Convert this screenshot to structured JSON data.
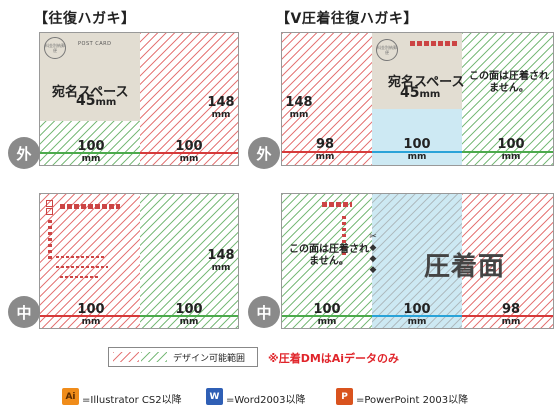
{
  "left_title": "【往復ハガキ】",
  "right_title": "【V圧着往復ハガキ】",
  "outer_label": "外",
  "inner_label": "中",
  "postcard_label": "POST CARD",
  "stamp_text": "料金別納郵便",
  "address_space_label": "宛名スペース",
  "address_width": "45",
  "unit": "mm",
  "width_100": "100",
  "width_98": "98",
  "height_148": "148",
  "not_pressable_note": "この面は圧着されません。",
  "pressure_face": "圧着面",
  "cut_marks": [
    "✂",
    "◆",
    "◆",
    "◆"
  ],
  "legend_label": "デザイン可能範囲",
  "warning": "※圧着DMはAiデータのみ",
  "apps": [
    {
      "icon": "Ai",
      "label": "=Illustrator CS2以降"
    },
    {
      "icon": "W",
      "label": "=Word2003以降"
    },
    {
      "icon": "P",
      "label": "=PowerPoint 2003以降"
    }
  ],
  "colors": {
    "design_red": "#e26a6a",
    "design_green": "#6eb46e",
    "line_green": "#4caa4c",
    "line_red": "#d63a3a",
    "line_blue": "#2aa3d8",
    "pressure_blue": "#cde9f3",
    "warning": "#e0242a"
  }
}
